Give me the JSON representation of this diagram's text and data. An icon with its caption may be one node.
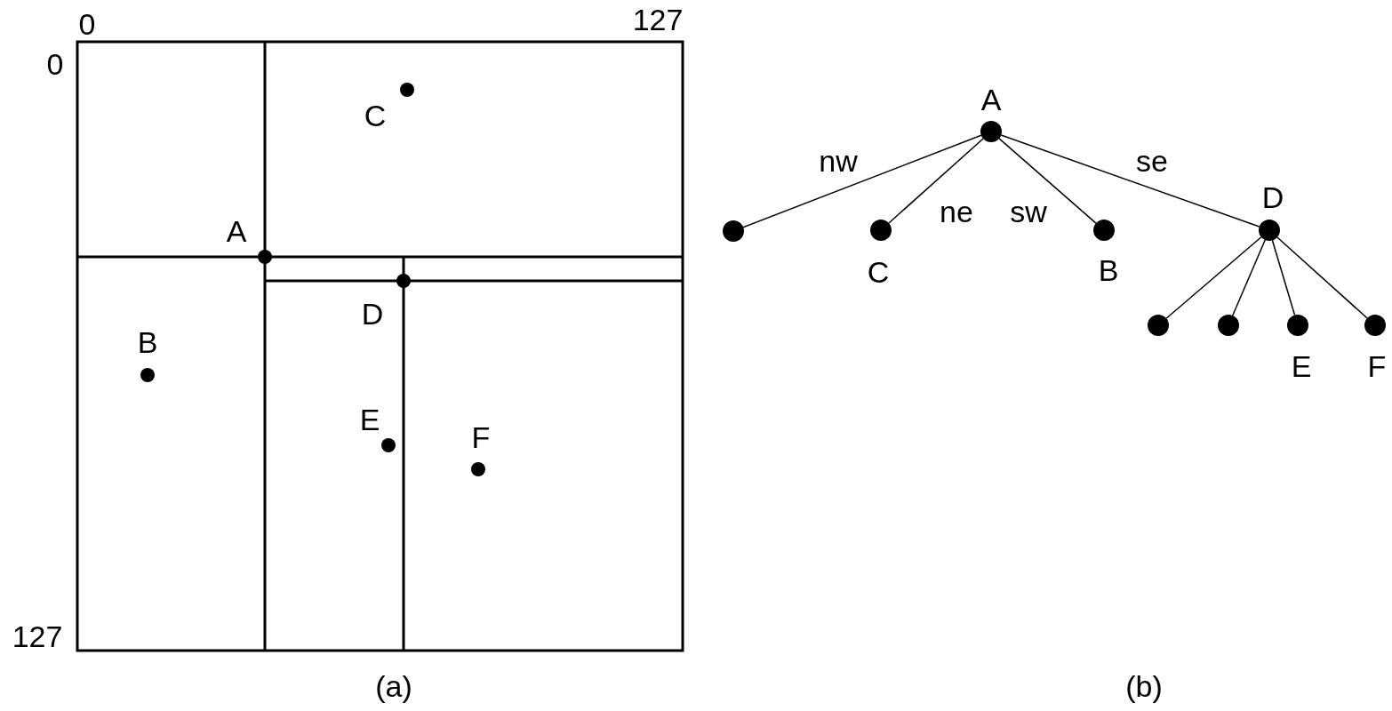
{
  "diagram": {
    "nodes": [
      {
        "text": [],
        "shape": "circle",
        "beside": [
          "A"
        ]
      },
      {
        "text": [],
        "shape": "circle"
      },
      {
        "text": [],
        "shape": "circle",
        "beside": [
          "C"
        ]
      },
      {
        "text": [],
        "shape": "circle",
        "beside": [
          "B"
        ]
      },
      {
        "text": [],
        "shape": "circle",
        "beside": [
          "D"
        ]
      },
      {
        "text": [],
        "shape": "circle"
      },
      {
        "text": [],
        "shape": "circle"
      },
      {
        "text": [],
        "shape": "circle",
        "beside": [
          "E"
        ]
      },
      {
        "text": [],
        "shape": "circle",
        "beside": [
          "F"
        ]
      }
    ],
    "edges": [
      {
        "from": 0,
        "to": 1,
        "arrow": "none",
        "label": "nw"
      },
      {
        "from": 0,
        "to": 2,
        "arrow": "none",
        "label": "ne"
      },
      {
        "from": 0,
        "to": 3,
        "arrow": "none",
        "label": "sw"
      },
      {
        "from": 0,
        "to": 4,
        "arrow": "none",
        "label": "se"
      },
      {
        "from": 4,
        "to": 5,
        "arrow": "none"
      },
      {
        "from": 4,
        "to": 6,
        "arrow": "none"
      },
      {
        "from": 4,
        "to": 7,
        "arrow": "none"
      },
      {
        "from": 4,
        "to": 8,
        "arrow": "none"
      }
    ],
    "labels": [
      "0",
      "127",
      "0",
      "C",
      "A",
      "D",
      "B",
      "E",
      "F",
      "127",
      "(a)",
      "(b)"
    ]
  }
}
